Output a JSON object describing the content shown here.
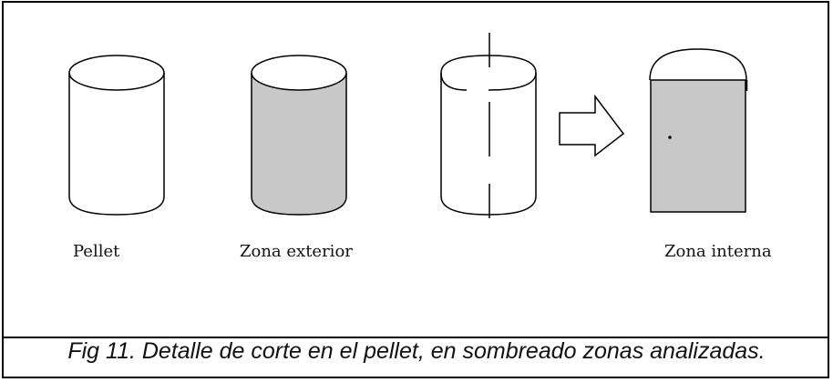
{
  "labels": {
    "pellet": "Pellet",
    "exterior": "Zona exterior",
    "interna": "Zona interna"
  },
  "caption": "Fig 11. Detalle de corte en el pellet, en sombreado zonas analizadas.",
  "colors": {
    "shade": "#c8c8c8",
    "stroke": "#000000",
    "background": "#ffffff"
  }
}
